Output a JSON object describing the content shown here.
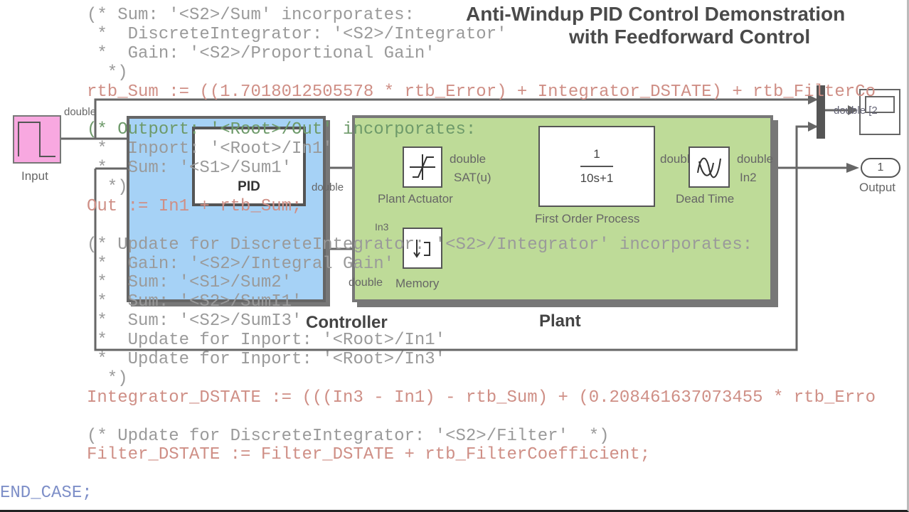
{
  "title": {
    "line1": "Anti-Windup PID Control Demonstration",
    "line2": "with Feedforward Control"
  },
  "code_lines": [
    {
      "text": "(* Sum: '<S2>/Sum' incorporates:",
      "kind": "comment"
    },
    {
      "text": " *  DiscreteIntegrator: '<S2>/Integrator'",
      "kind": "comment"
    },
    {
      "text": " *  Gain: '<S2>/Proportional Gain'",
      "kind": "comment"
    },
    {
      "text": "  *)",
      "kind": "comment"
    },
    {
      "text": "rtb_Sum := ((1.7018012505578 * rtb_Error) + Integrator_DSTATE) + rtb_FilterCo",
      "kind": "code"
    },
    {
      "text": "",
      "kind": "blank"
    },
    {
      "text": "(* Outport: '<Root>/Out' incorporates:",
      "kind": "comment"
    },
    {
      "text": " *  Inport: '<Root>/In1'",
      "kind": "comment"
    },
    {
      "text": " *  Sum: '<S1>/Sum1'",
      "kind": "comment"
    },
    {
      "text": "  *)",
      "kind": "comment"
    },
    {
      "text": "Out := In1 + rtb_Sum;",
      "kind": "code"
    },
    {
      "text": "",
      "kind": "blank"
    },
    {
      "text": "(* Update for DiscreteIntegrator: '<S2>/Integrator' incorporates:",
      "kind": "comment"
    },
    {
      "text": " *  Gain: '<S2>/Integral Gain'",
      "kind": "comment"
    },
    {
      "text": " *  Sum: '<S1>/Sum2'",
      "kind": "comment"
    },
    {
      "text": " *  Sum: '<S2>/SumI1'",
      "kind": "comment"
    },
    {
      "text": " *  Sum: '<S2>/SumI3'",
      "kind": "comment"
    },
    {
      "text": " *  Update for Inport: '<Root>/In1'",
      "kind": "comment"
    },
    {
      "text": " *  Update for Inport: '<Root>/In3'",
      "kind": "comment"
    },
    {
      "text": "  *)",
      "kind": "comment"
    },
    {
      "text": "Integrator_DSTATE := (((In3 - In1) - rtb_Sum) + (0.208461637073455 * rtb_Erro",
      "kind": "code"
    },
    {
      "text": "",
      "kind": "blank"
    },
    {
      "text": "(* Update for DiscreteIntegrator: '<S2>/Filter'  *)",
      "kind": "comment"
    },
    {
      "text": "Filter_DSTATE := Filter_DSTATE + rtb_FilterCoefficient;",
      "kind": "code"
    },
    {
      "text": "",
      "kind": "blank"
    },
    {
      "text": "END_CASE;",
      "kind": "end"
    }
  ],
  "diagram": {
    "input_label": "Input",
    "controller_label": "Controller",
    "plant_label": "Plant",
    "pid_label": "PID",
    "sat_label": "Plant Actuator",
    "sat_signal": "SAT(u)",
    "tf_num": "1",
    "tf_den": "10s+1",
    "tf_label": "First Order Process",
    "dead_time_label": "Dead Time",
    "in2_label": "In2",
    "in3_label": "In3",
    "memory_label": "Memory",
    "output_port_num": "1",
    "output_label": "Output",
    "signal_type": "double",
    "scope_signal": "double [2"
  },
  "colors": {
    "controller": "#a6d2f6",
    "plant": "#bedb98",
    "input": "#f8a8e0"
  }
}
